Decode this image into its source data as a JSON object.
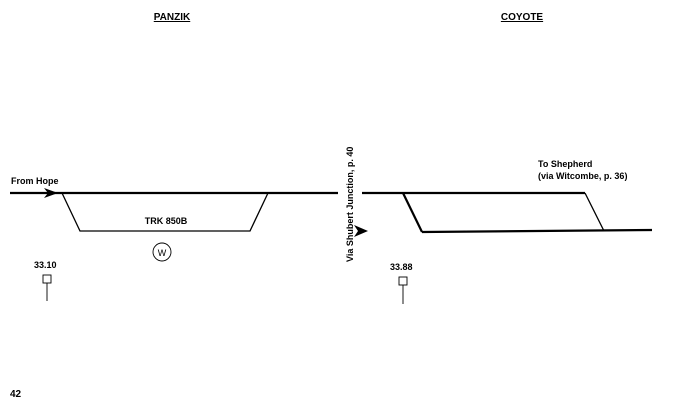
{
  "stations": {
    "left": "PANZIK",
    "right": "COYOTE"
  },
  "labels": {
    "from": "From Hope",
    "track": "TRK 850B",
    "junction": "Via Shubert Junction, p. 40",
    "to_line1": "To Shepherd",
    "to_line2": "(via Witcombe, p. 36)",
    "water_symbol": "W"
  },
  "mileposts": {
    "left": "33.10",
    "right": "33.88"
  },
  "page": {
    "number": "42"
  },
  "colors": {
    "line": "#000000",
    "background": "#ffffff"
  }
}
